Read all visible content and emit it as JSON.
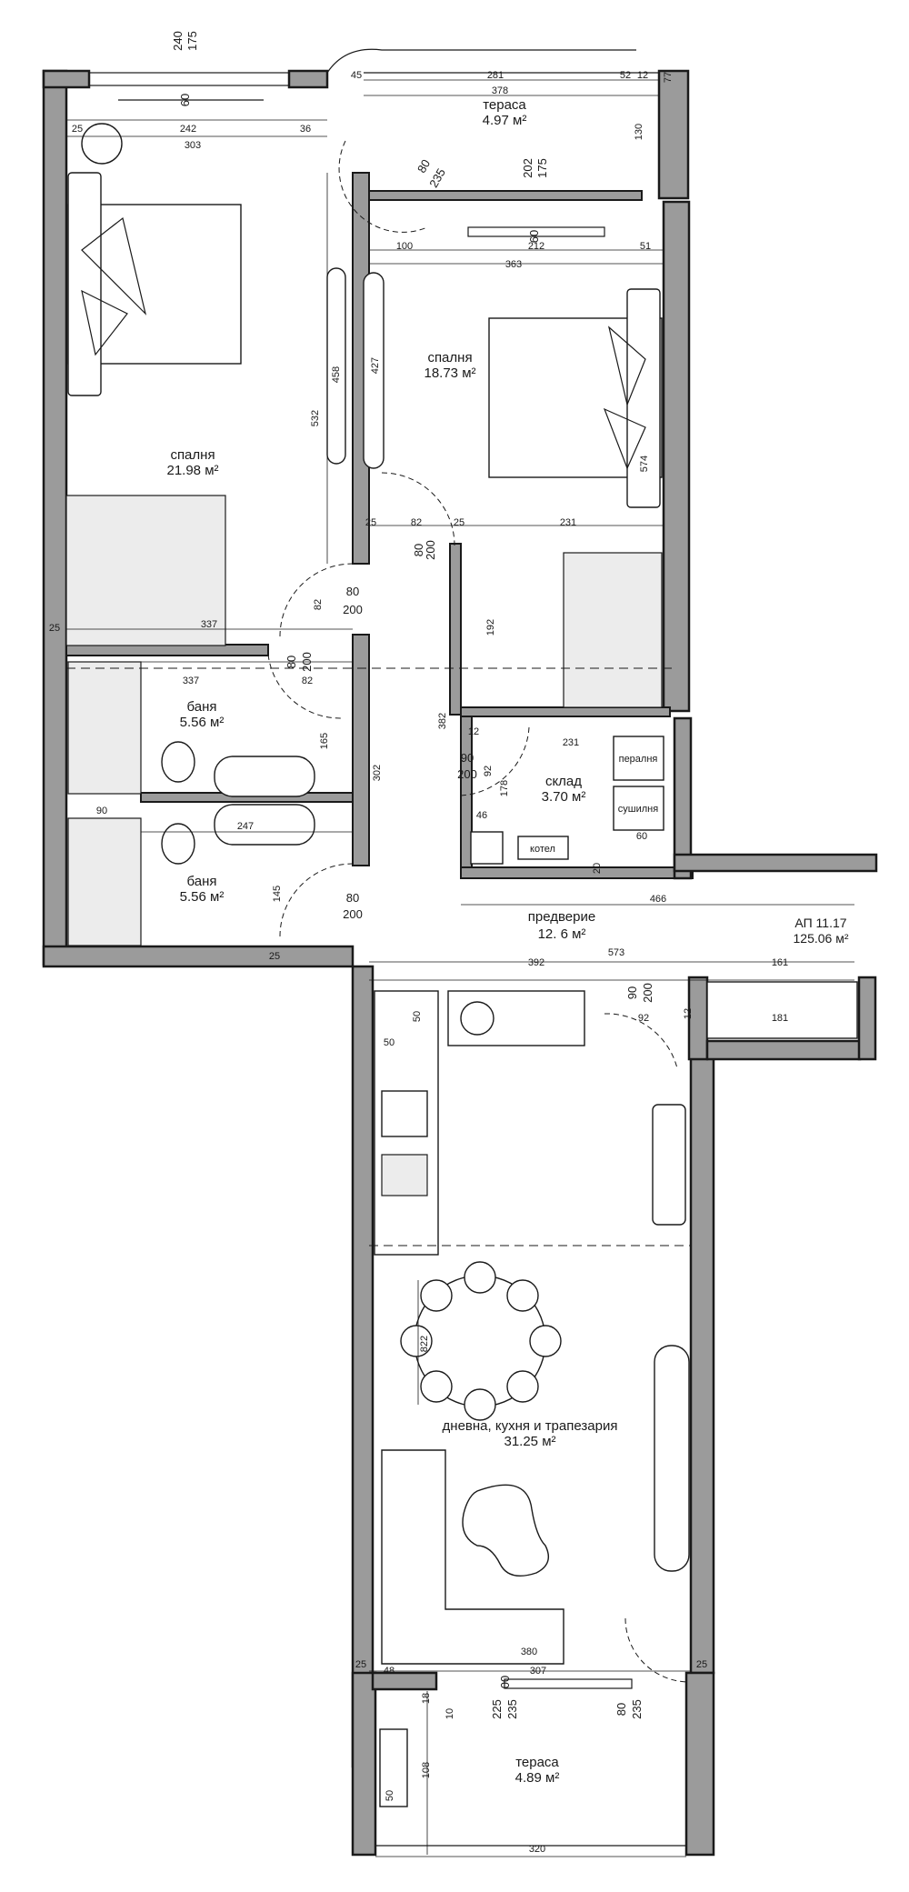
{
  "apartment": {
    "name": "АП 11.17",
    "area": "125.06 м²"
  },
  "rooms": {
    "bedroom_left": {
      "label": "спалня",
      "area": "21.98 м²"
    },
    "bedroom_right": {
      "label": "спалня",
      "area": "18.73 м²"
    },
    "terrace_top": {
      "label": "тераса",
      "area": "4.97 м²"
    },
    "bath_1": {
      "label": "баня",
      "area": "5.56 м²"
    },
    "bath_2": {
      "label": "баня",
      "area": "5.56 м²"
    },
    "storage": {
      "label": "склад",
      "area": "3.70 м²"
    },
    "hallway": {
      "label": "предверие",
      "area": "12. 6 м²"
    },
    "living": {
      "label": "дневна, кухня и трапезария",
      "area": "31.25 м²"
    },
    "terrace_bottom": {
      "label": "тераса",
      "area": "4.89 м²"
    }
  },
  "appliances": {
    "washer": "пералня",
    "dryer": "сушилня",
    "boiler": "котел"
  },
  "doors": {
    "d1_w": "80",
    "d1_h": "200",
    "d2_w": "80",
    "d2_h": "200",
    "d3_w": "80",
    "d3_h": "200",
    "d4_w": "80",
    "d4_h": "200",
    "d5_w": "90",
    "d5_h": "200",
    "d6_w": "90",
    "d6_h": "200",
    "d7_w": "80",
    "d7_h": "235",
    "d8_w": "80",
    "d8_h": "235"
  },
  "windows": {
    "w1_w": "240",
    "w1_h": "175",
    "w1_s": "60",
    "w2_w": "202",
    "w2_h": "175",
    "w2_s": "60",
    "w3_w": "225",
    "w3_h": "235",
    "w3_s": "00"
  },
  "dimensions": {
    "top_242": "242",
    "top_303": "303",
    "top_36": "36",
    "top_25": "25",
    "ter_45": "45",
    "ter_281": "281",
    "ter_52": "52",
    "ter_378": "378",
    "ter_12": "12",
    "ter_130": "130",
    "ter_77": "77",
    "r_100": "100",
    "r_212": "212",
    "r_51": "51",
    "r_363": "363",
    "bl_532": "532",
    "br_458": "458",
    "br_427": "427",
    "br_574": "574",
    "mid_25a": "25",
    "mid_82": "82",
    "mid_25b": "25",
    "mid_231": "231",
    "bl_82": "82",
    "bl_25": "25",
    "bl_337": "337",
    "ba_337": "337",
    "ba_82": "82",
    "ba_165": "165",
    "ba_247": "247",
    "ba_90": "90",
    "ba_145": "145",
    "hall_302": "302",
    "hall_382": "382",
    "hall_192": "192",
    "st_12a": "12",
    "st_231": "231",
    "st_92": "92",
    "st_178": "178",
    "st_46": "46",
    "st_60": "60",
    "st_20": "20",
    "h_466": "466",
    "h_573": "573",
    "h_392": "392",
    "h_161": "161",
    "h_181": "181",
    "h_25": "25",
    "k_50a": "50",
    "k_50b": "50",
    "k_92": "92",
    "k_12": "12",
    "lv_822": "822",
    "lv_380": "380",
    "lv_307": "307",
    "lv_48": "48",
    "lv_25a": "25",
    "lv_25b": "25",
    "tb_320": "320",
    "tb_108": "108",
    "tb_50": "50",
    "tb_18": "18",
    "tb_10": "10"
  }
}
